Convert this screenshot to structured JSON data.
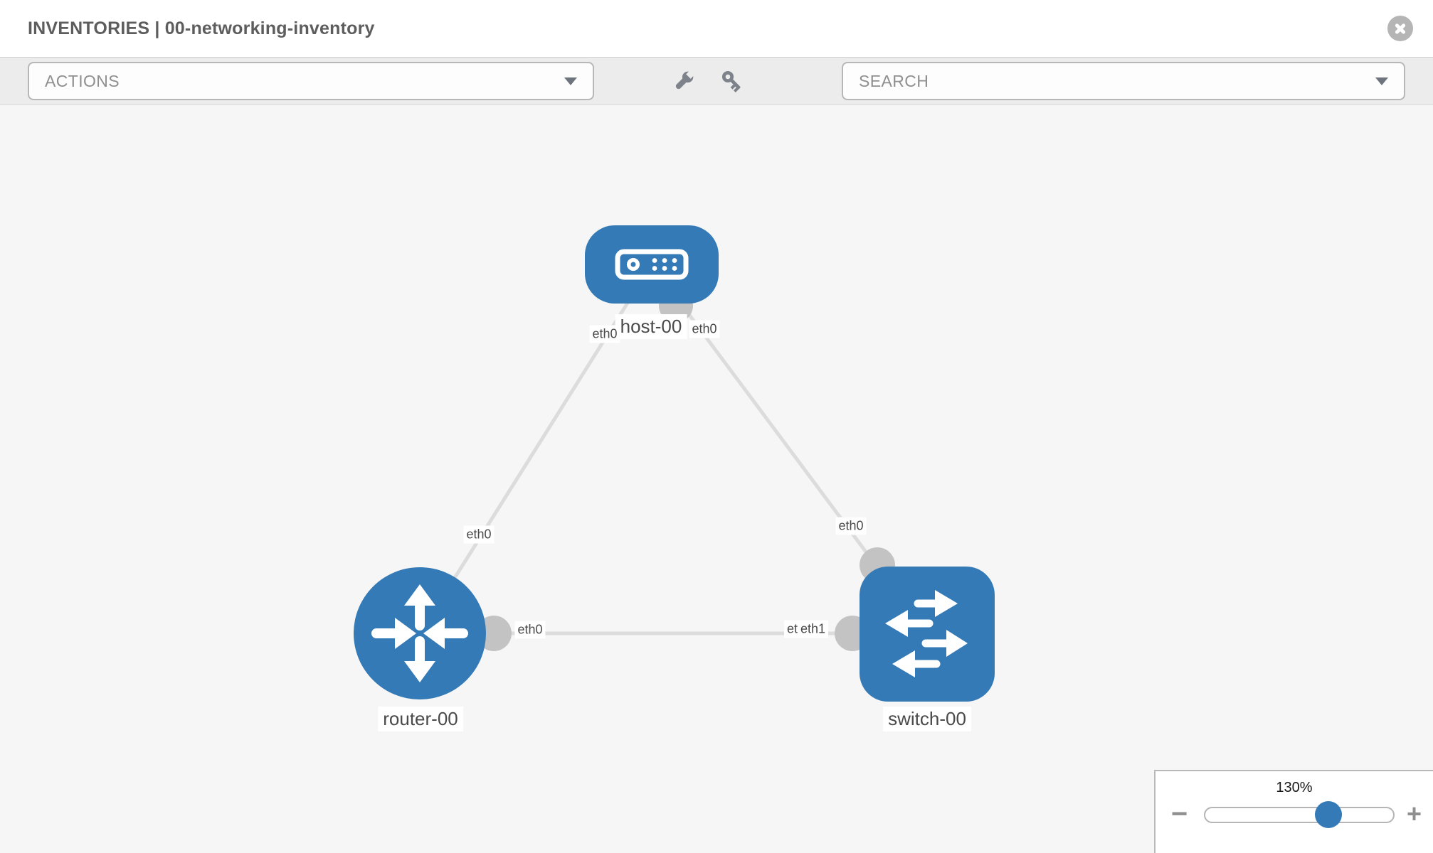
{
  "header": {
    "title": "INVENTORIES | 00-networking-inventory",
    "close_icon": "x-circle-icon"
  },
  "toolbar": {
    "actions_dropdown": {
      "placeholder": "ACTIONS"
    },
    "tools": [
      {
        "icon": "wrench-icon"
      },
      {
        "icon": "key-icon"
      }
    ],
    "search_dropdown": {
      "placeholder": "SEARCH"
    }
  },
  "diagram": {
    "nodes": [
      {
        "id": "host-00",
        "type": "host",
        "label": "host-00"
      },
      {
        "id": "router-00",
        "type": "router",
        "label": "router-00"
      },
      {
        "id": "switch-00",
        "type": "switch",
        "label": "switch-00"
      }
    ],
    "links": [
      {
        "from": "host-00",
        "from_interface": "eth0",
        "to": "router-00",
        "to_interface": "eth0"
      },
      {
        "from": "host-00",
        "from_interface": "eth0",
        "to": "switch-00",
        "to_interface": "eth0"
      },
      {
        "from": "router-00",
        "from_interface": "eth0",
        "to": "switch-00",
        "to_interface": "eth1"
      }
    ],
    "colors": {
      "node_blue": "#337ab7",
      "port_gray": "#c3c3c3",
      "link_gray": "#dcdcdc",
      "label_text": "#4a4a4a"
    }
  },
  "zoom_control": {
    "value": "130%",
    "minus_label": "−",
    "plus_label": "+"
  }
}
